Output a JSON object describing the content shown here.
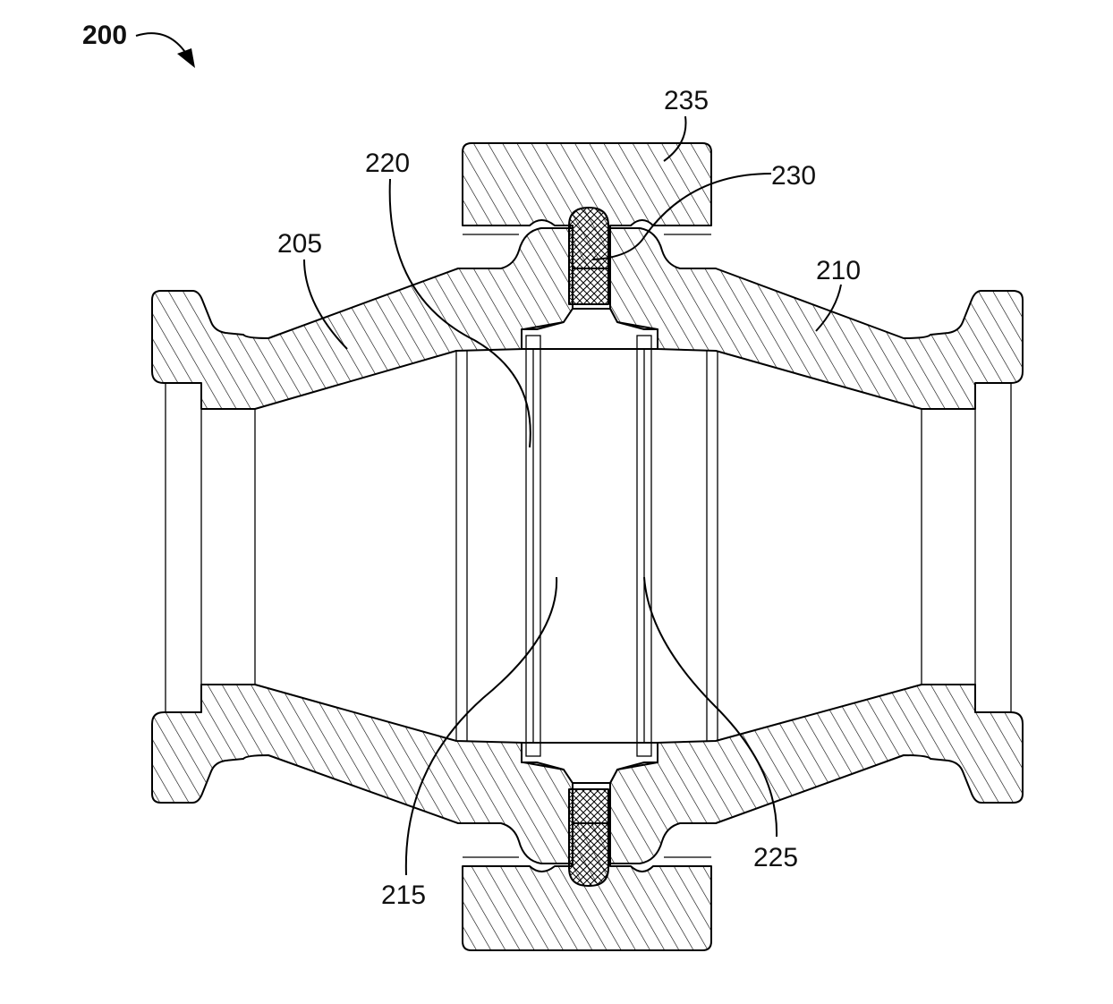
{
  "figure": {
    "ref_label": "200",
    "labels": {
      "l205": "205",
      "l210": "210",
      "l215": "215",
      "l220": "220",
      "l225": "225",
      "l230": "230",
      "l235": "235"
    }
  },
  "colors": {
    "line": "#000000",
    "background": "#ffffff"
  }
}
